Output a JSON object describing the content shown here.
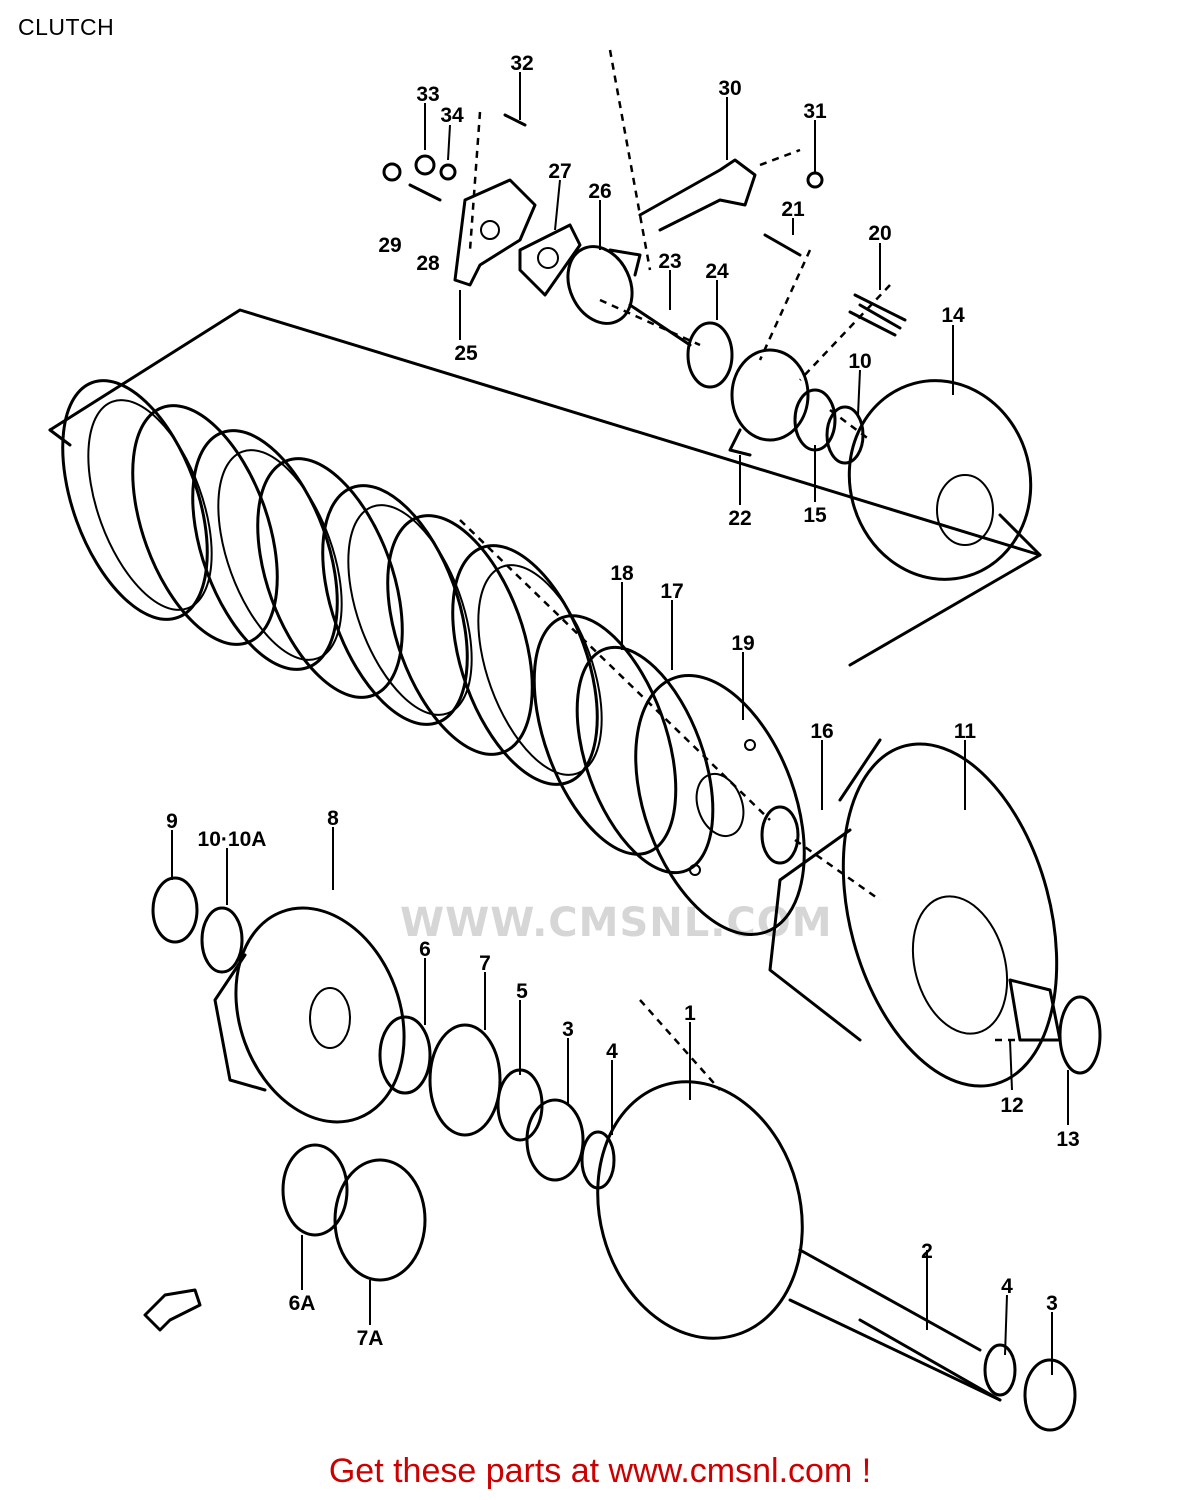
{
  "header": {
    "title": "CLUTCH"
  },
  "watermark": {
    "text": "WWW.CMSNL.COM"
  },
  "footer": {
    "text": "Get these parts at www.cmsnl.com !"
  },
  "callouts": [
    {
      "id": "n1",
      "label": "1"
    },
    {
      "id": "n2",
      "label": "2"
    },
    {
      "id": "n3a",
      "label": "3"
    },
    {
      "id": "n3b",
      "label": "3"
    },
    {
      "id": "n4a",
      "label": "4"
    },
    {
      "id": "n4b",
      "label": "4"
    },
    {
      "id": "n5",
      "label": "5"
    },
    {
      "id": "n6",
      "label": "6"
    },
    {
      "id": "n6A",
      "label": "6A"
    },
    {
      "id": "n7",
      "label": "7"
    },
    {
      "id": "n7A",
      "label": "7A"
    },
    {
      "id": "n8",
      "label": "8"
    },
    {
      "id": "n9",
      "label": "9"
    },
    {
      "id": "n10_10A",
      "label": "10·10A"
    },
    {
      "id": "n10",
      "label": "10"
    },
    {
      "id": "n11",
      "label": "11"
    },
    {
      "id": "n12",
      "label": "12"
    },
    {
      "id": "n13",
      "label": "13"
    },
    {
      "id": "n14",
      "label": "14"
    },
    {
      "id": "n15",
      "label": "15"
    },
    {
      "id": "n16",
      "label": "16"
    },
    {
      "id": "n17",
      "label": "17"
    },
    {
      "id": "n18",
      "label": "18"
    },
    {
      "id": "n19",
      "label": "19"
    },
    {
      "id": "n20",
      "label": "20"
    },
    {
      "id": "n21",
      "label": "21"
    },
    {
      "id": "n22",
      "label": "22"
    },
    {
      "id": "n23",
      "label": "23"
    },
    {
      "id": "n24",
      "label": "24"
    },
    {
      "id": "n25",
      "label": "25"
    },
    {
      "id": "n26",
      "label": "26"
    },
    {
      "id": "n27",
      "label": "27"
    },
    {
      "id": "n28",
      "label": "28"
    },
    {
      "id": "n29",
      "label": "29"
    },
    {
      "id": "n30",
      "label": "30"
    },
    {
      "id": "n31",
      "label": "31"
    },
    {
      "id": "n32",
      "label": "32"
    },
    {
      "id": "n33",
      "label": "33"
    },
    {
      "id": "n34",
      "label": "34"
    }
  ]
}
